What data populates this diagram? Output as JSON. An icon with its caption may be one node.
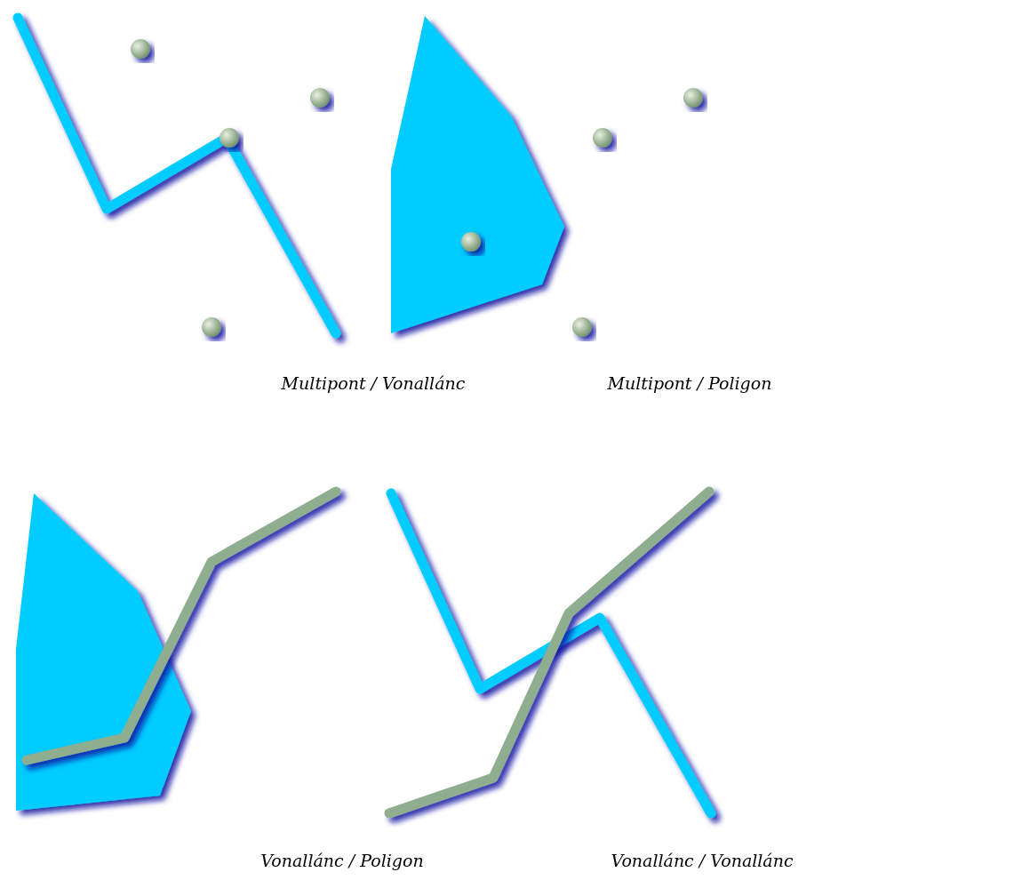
{
  "diagram": {
    "labels": [
      "Multipont / Vonallánc",
      "Multipont / Poligon",
      "Vonallánc / Poligon",
      "Vonallánc / Vonallánc"
    ]
  }
}
